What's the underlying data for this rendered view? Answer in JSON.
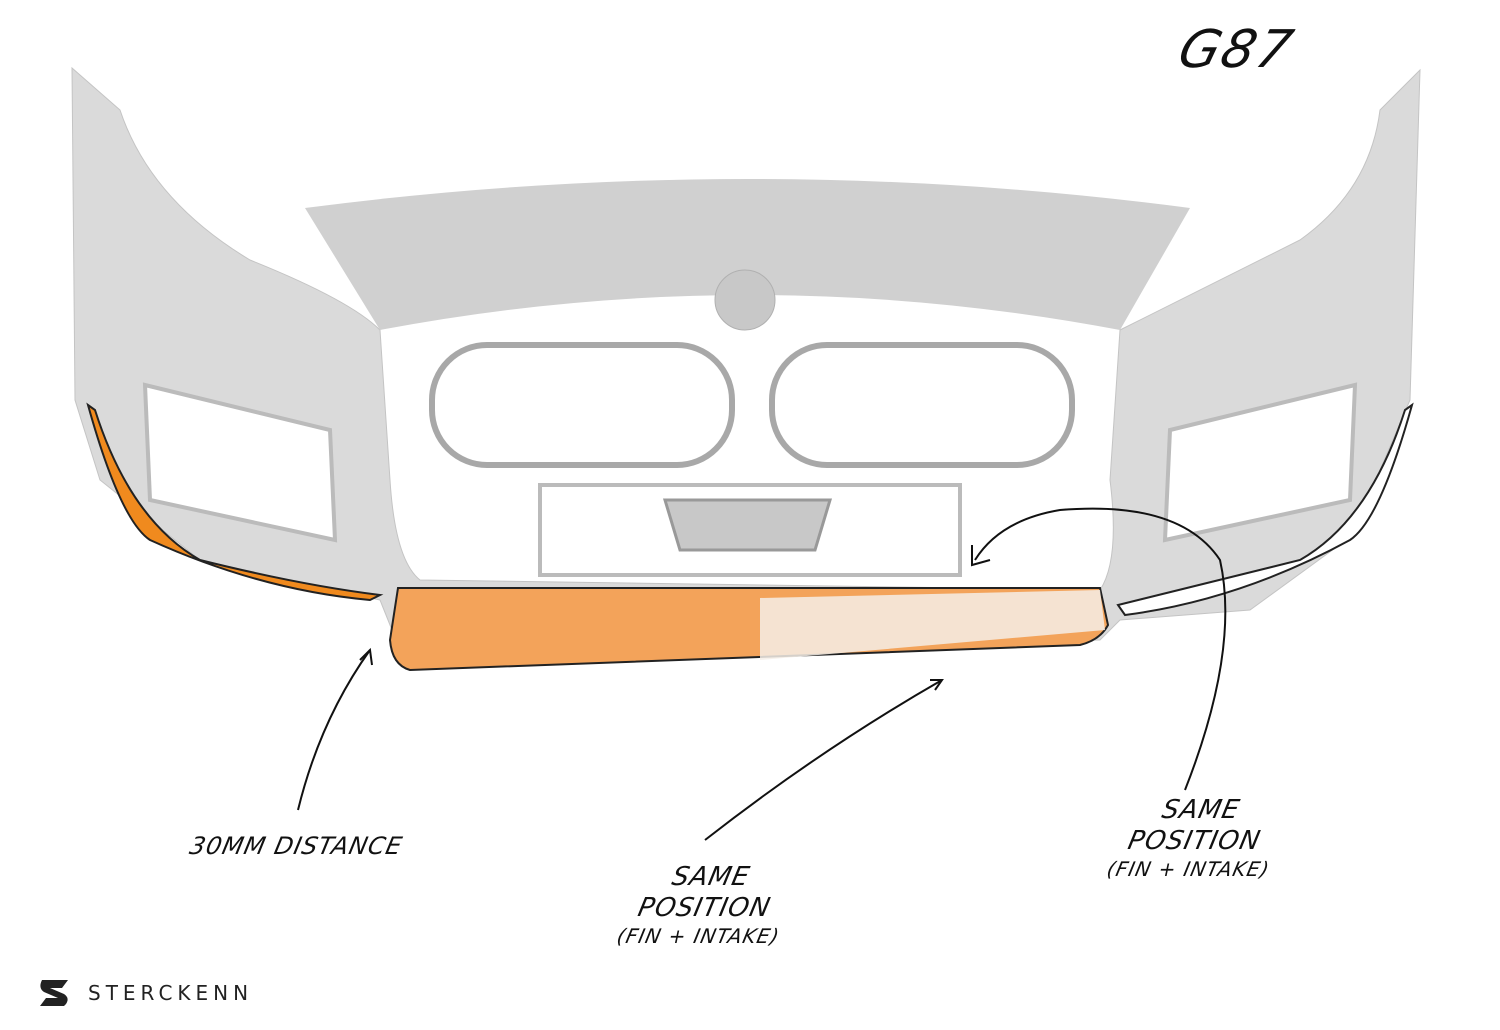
{
  "title": "G87",
  "annotations": {
    "distance": "30mm DISTANCE",
    "center": [
      "SAME",
      "POSITION",
      "(FIN + INTAKE)"
    ],
    "right": [
      "SAME",
      "POSITION",
      "(FIN + INTAKE)"
    ]
  },
  "brand": {
    "name": "STERCKENN"
  },
  "colors": {
    "body": "#d8d8d8",
    "accent": "#f08a1e",
    "ink": "#111111"
  }
}
